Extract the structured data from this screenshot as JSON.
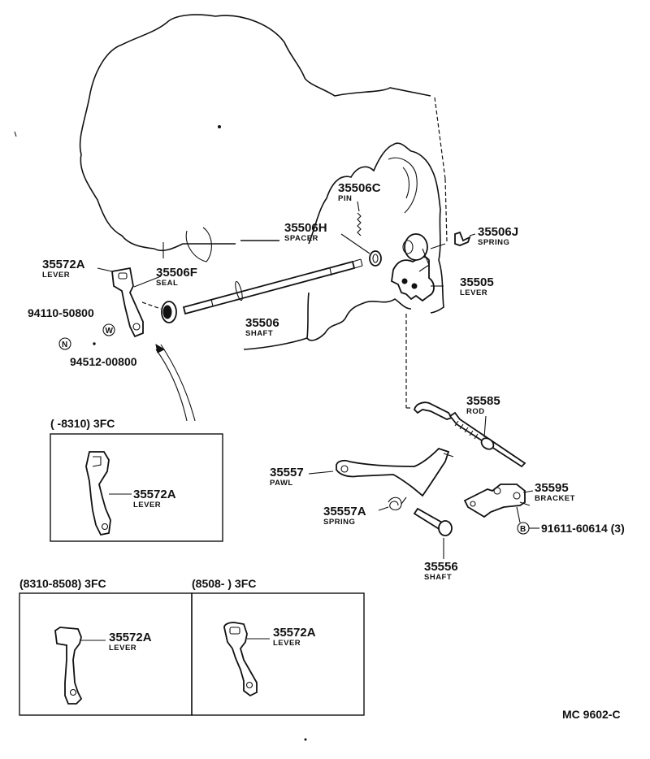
{
  "parts": {
    "lever_main": {
      "number": "35572A",
      "name": "LEVER"
    },
    "seal": {
      "number": "35506F",
      "name": "SEAL"
    },
    "pin": {
      "number": "35506C",
      "name": "PIN"
    },
    "spacer": {
      "number": "35506H",
      "name": "SPACER"
    },
    "spring_j": {
      "number": "35506J",
      "name": "SPRING"
    },
    "lever_35505": {
      "number": "35505",
      "name": "LEVER"
    },
    "shaft_35506": {
      "number": "35506",
      "name": "SHAFT"
    },
    "rod": {
      "number": "35585",
      "name": "ROD"
    },
    "pawl": {
      "number": "35557",
      "name": "PAWL"
    },
    "bracket": {
      "number": "35595",
      "name": "BRACKET"
    },
    "spring_a": {
      "number": "35557A",
      "name": "SPRING"
    },
    "shaft_35556": {
      "number": "35556",
      "name": "SHAFT"
    },
    "nut": {
      "number": "94110-50800",
      "badge": "N"
    },
    "washer": {
      "number": "94512-00800",
      "badge": "W"
    },
    "bolt": {
      "number": "91611-60614 (3)",
      "badge": "B"
    }
  },
  "insets": {
    "early": {
      "header": "(      -8310) 3FC",
      "number": "35572A",
      "name": "LEVER"
    },
    "mid": {
      "header": "(8310-8508) 3FC",
      "number": "35572A",
      "name": "LEVER"
    },
    "late": {
      "header": "(8508-        ) 3FC",
      "number": "35572A",
      "name": "LEVER"
    }
  },
  "diagram_code": "MC 9602-C"
}
